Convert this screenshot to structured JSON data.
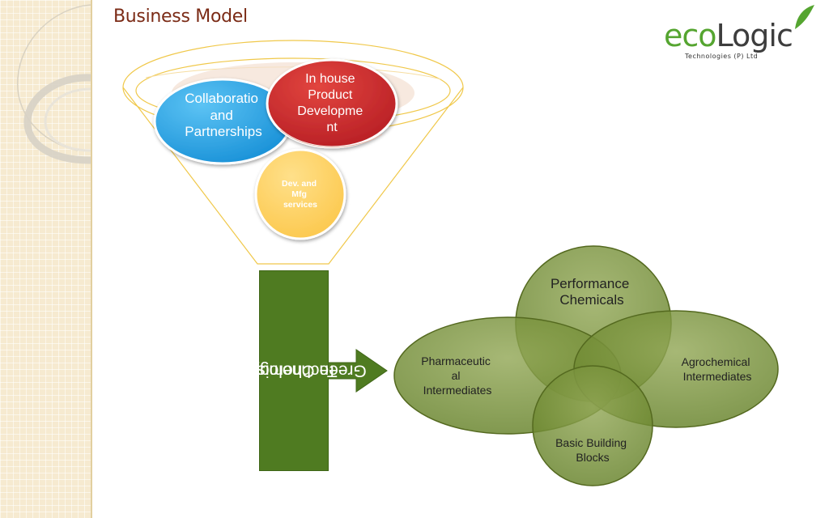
{
  "slide": {
    "title": "Business Model"
  },
  "logo": {
    "eco": "eco",
    "logic": "Logic",
    "subtitle": "Technologies (P) Ltd"
  },
  "funnel": {
    "collaboration": [
      "Collaboratio",
      "and",
      "Partnerships"
    ],
    "inhouse": [
      "In house",
      "Product",
      "Developme",
      "nt"
    ],
    "services": [
      "Dev. and",
      "Mfg",
      "services"
    ]
  },
  "bar": {
    "line1": "Green Chemistry &",
    "line2": "Technology"
  },
  "venn": {
    "performance": [
      "Performance",
      "Chemicals"
    ],
    "pharma": [
      "Pharmaceutic",
      "al",
      "Intermediates"
    ],
    "agro": [
      "Agrochemical",
      "Intermediates"
    ],
    "basic": [
      "Basic Building",
      "Blocks"
    ]
  },
  "colors": {
    "title": "#7b2b16",
    "collaboration": "#1b9ae0",
    "inhouse": "#c8272b",
    "services": "#ffcc55",
    "funnel_outline": "#f0c84a",
    "bar": "#4f7b21",
    "venn": "#6f8a30"
  }
}
